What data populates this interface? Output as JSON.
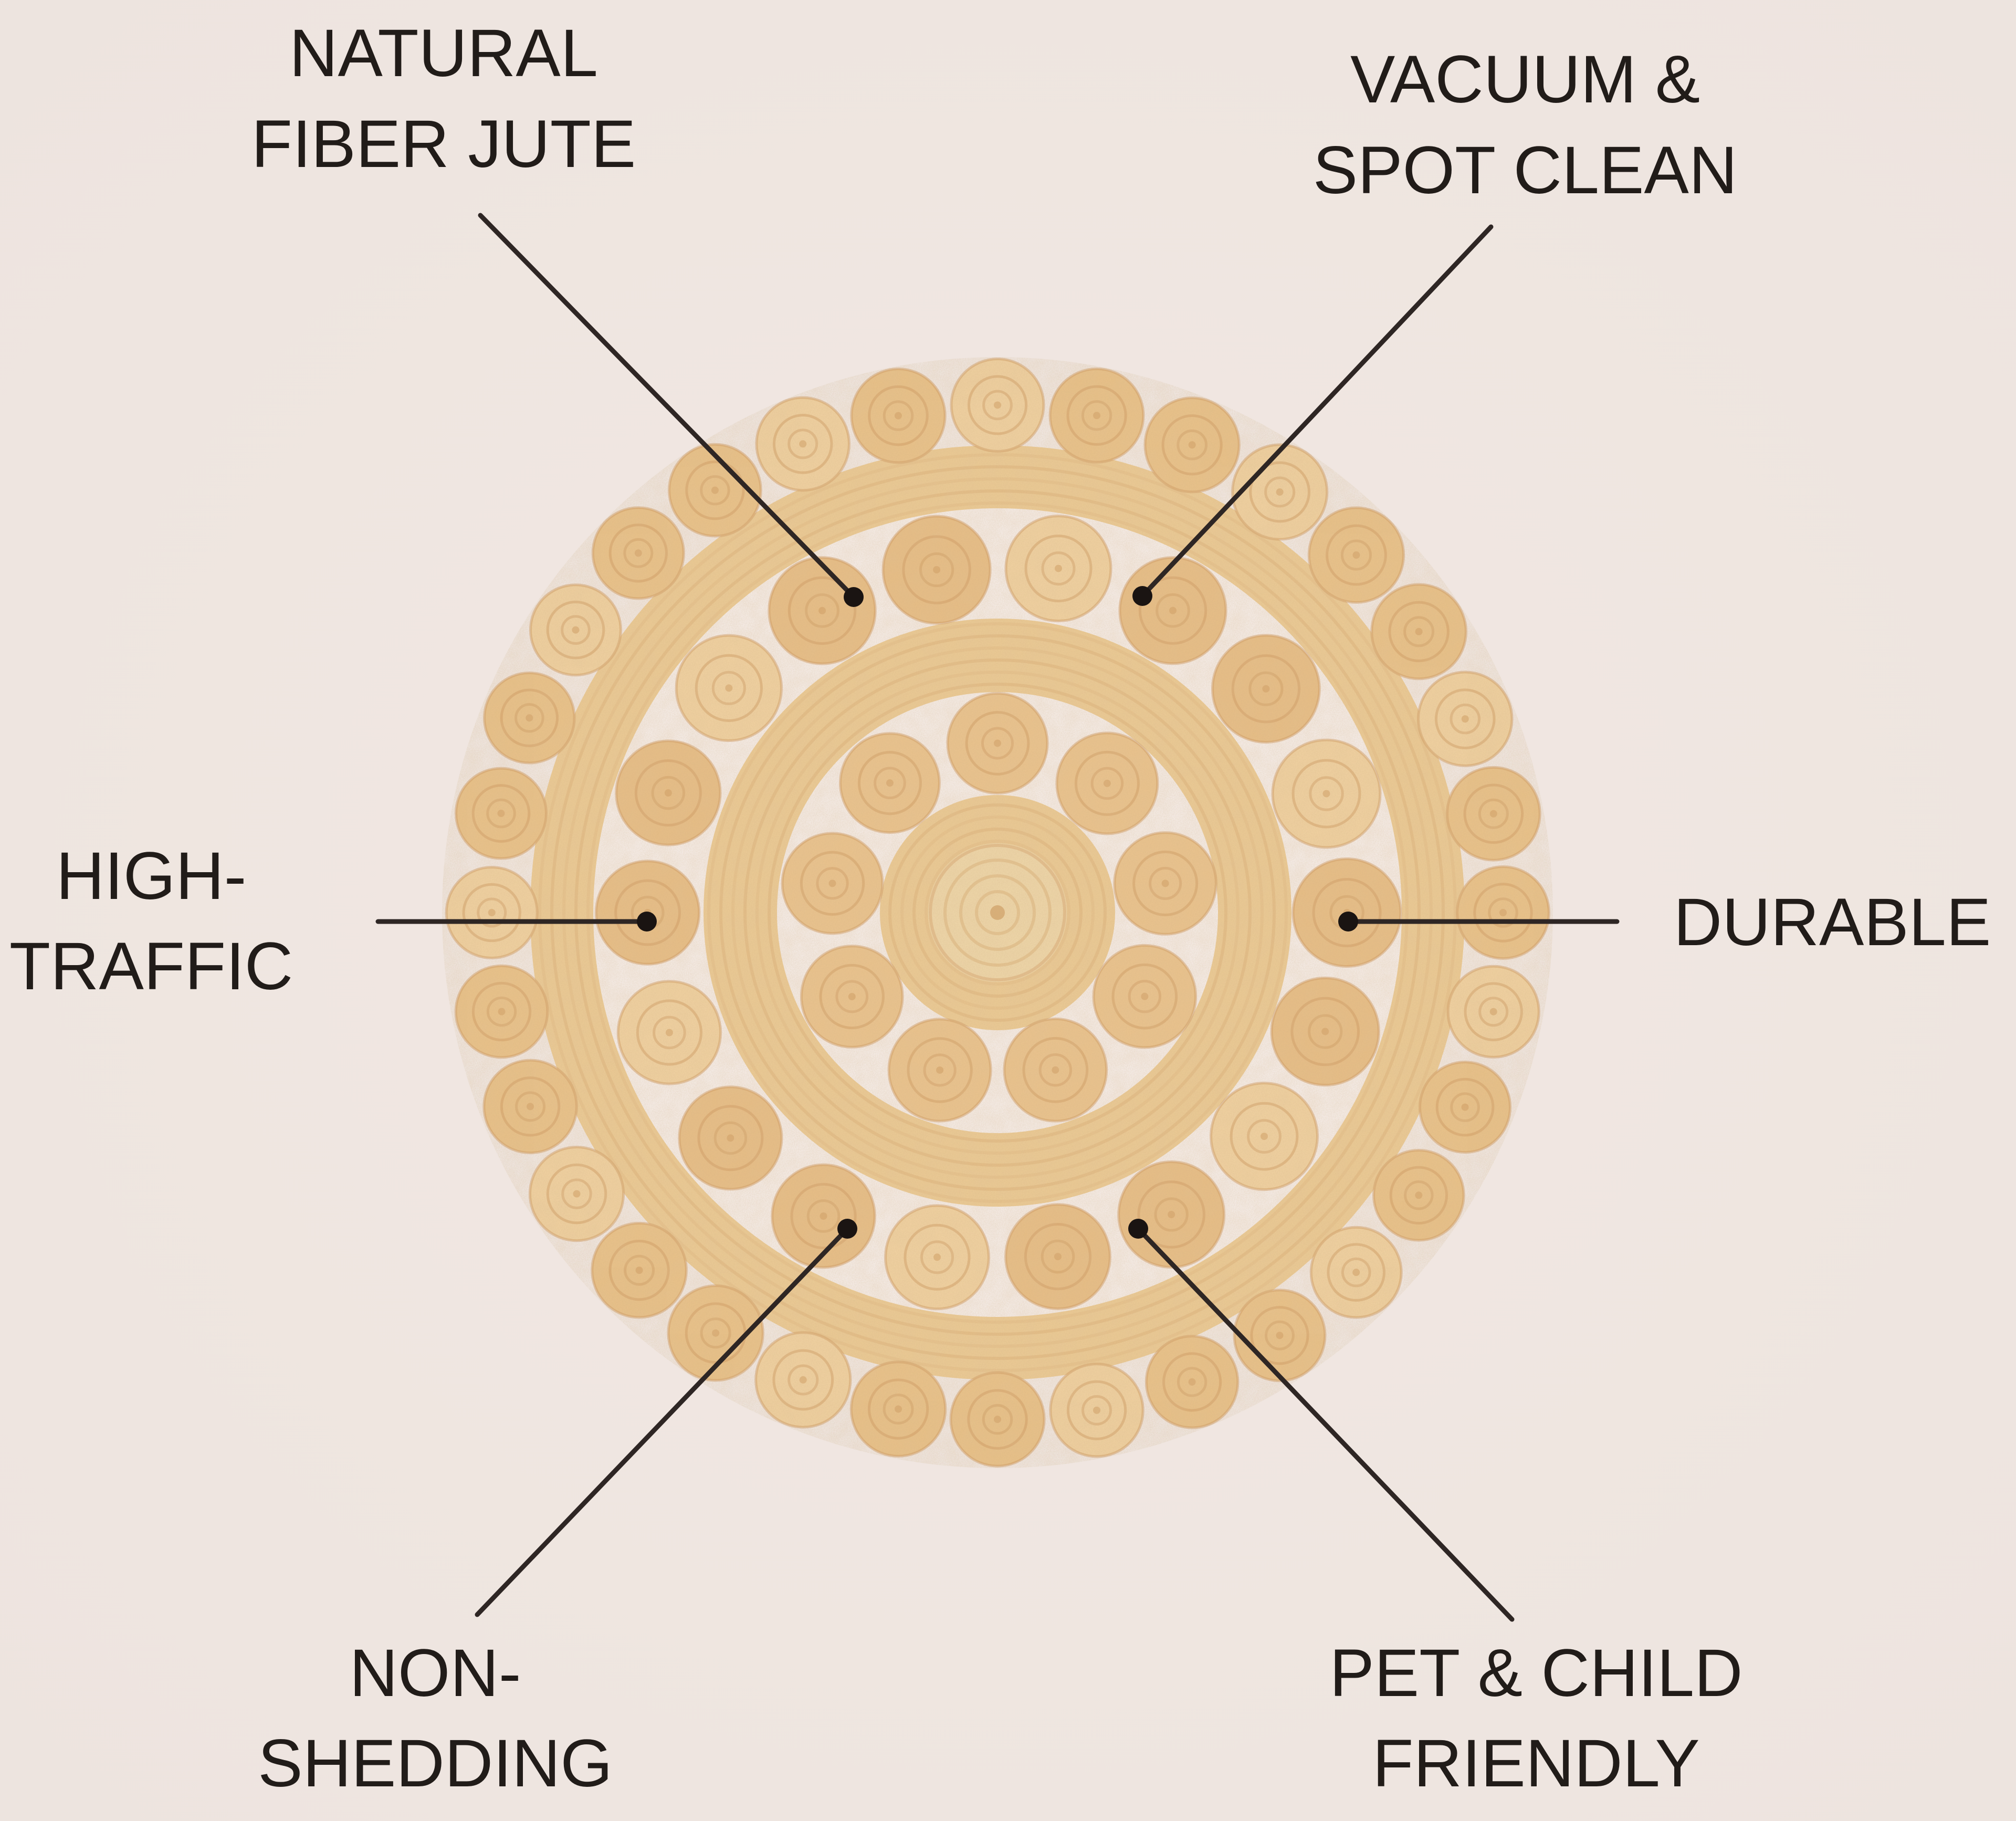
{
  "page": {
    "kind": "product feature infographic",
    "subject": "round handwoven braided jute rug with medallion flower pattern and scalloped circle border"
  },
  "colors": {
    "bg": "#ede4df",
    "text": "#211c19",
    "line": "#2e2624",
    "dot": "#1a1412",
    "hole": "#f4ebe6",
    "jute-body": "#eac994",
    "jute-medallion": "#e6bd86",
    "jute-medallion-alt": "#efd0a0",
    "jute-petal": "#e9c28d",
    "jute-scallop": "#e8c189",
    "jute-center": "#edd5a8",
    "jute-ring": "#d8aa74",
    "jute-ring-dark": "#cf9c63"
  },
  "callouts": {
    "natural_fiber_jute": {
      "line1": "NATURAL",
      "line2": "FIBER JUTE"
    },
    "vacuum_spot_clean": {
      "line1": "VACUUM &",
      "line2": "SPOT CLEAN"
    },
    "high_traffic": {
      "line1": "HIGH-",
      "line2": "TRAFFIC"
    },
    "durable": {
      "line1": "DURABLE"
    },
    "non_shedding": {
      "line1": "NON-",
      "line2": "SHEDDING"
    },
    "pet_child_friendly": {
      "line1": "PET & CHILD",
      "line2": "FRIENDLY"
    }
  }
}
